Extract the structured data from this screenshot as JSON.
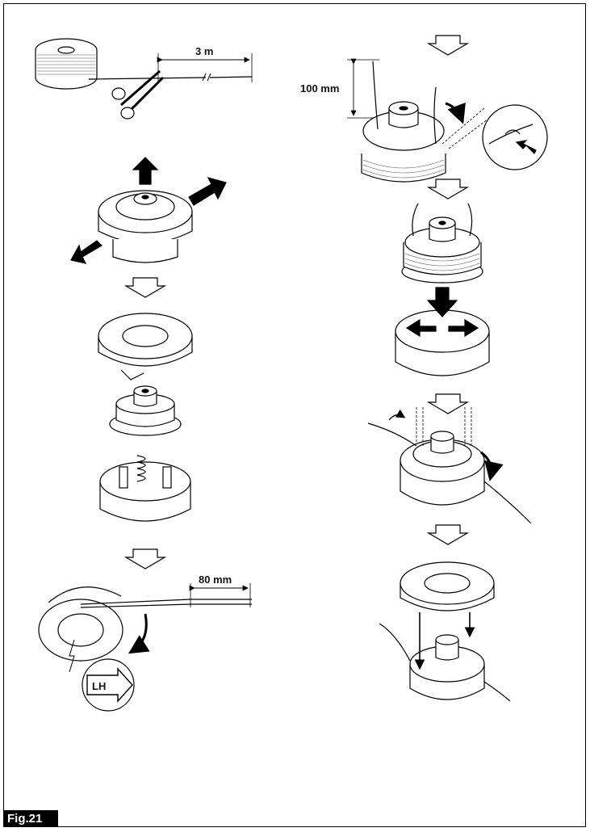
{
  "figure": {
    "tag": "Fig.21"
  },
  "labels": {
    "cut_length": "3 m",
    "hold_length": "100 mm",
    "leave_length": "80 mm",
    "direction_badge": "LH"
  }
}
